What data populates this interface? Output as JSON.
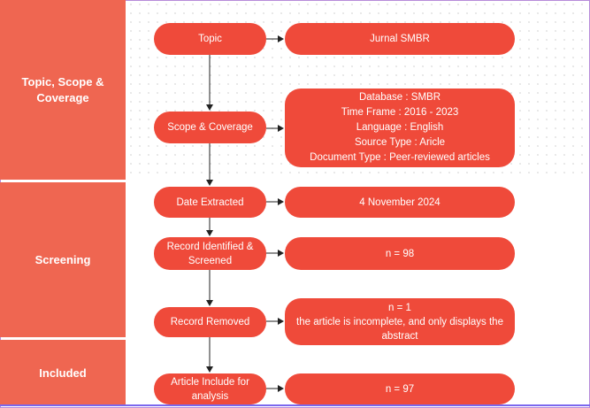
{
  "sections": {
    "topic": "Topic, Scope & Coverage",
    "screening": "Screening",
    "included": "Included"
  },
  "steps": {
    "topic": "Topic",
    "scope": "Scope & Coverage",
    "date": "Date Extracted",
    "identified": "Record Identified & Screened",
    "removed": "Record Removed",
    "included": "Article Include for analysis"
  },
  "details": {
    "topic": "Jurnal SMBR",
    "scope": [
      "Database : SMBR",
      "Time Frame : 2016 - 2023",
      "Language : English",
      "Source Type : Aricle",
      "Document Type : Peer-reviewed articles"
    ],
    "date": "4 November 2024",
    "identified": "n = 98",
    "removed_count": "n = 1",
    "removed_reason": "the article is incomplete, and only displays the abstract",
    "included": "n = 97"
  },
  "colors": {
    "section_bg": "#ef6651",
    "box_bg": "#ef4a3a",
    "text": "#ffffff"
  }
}
